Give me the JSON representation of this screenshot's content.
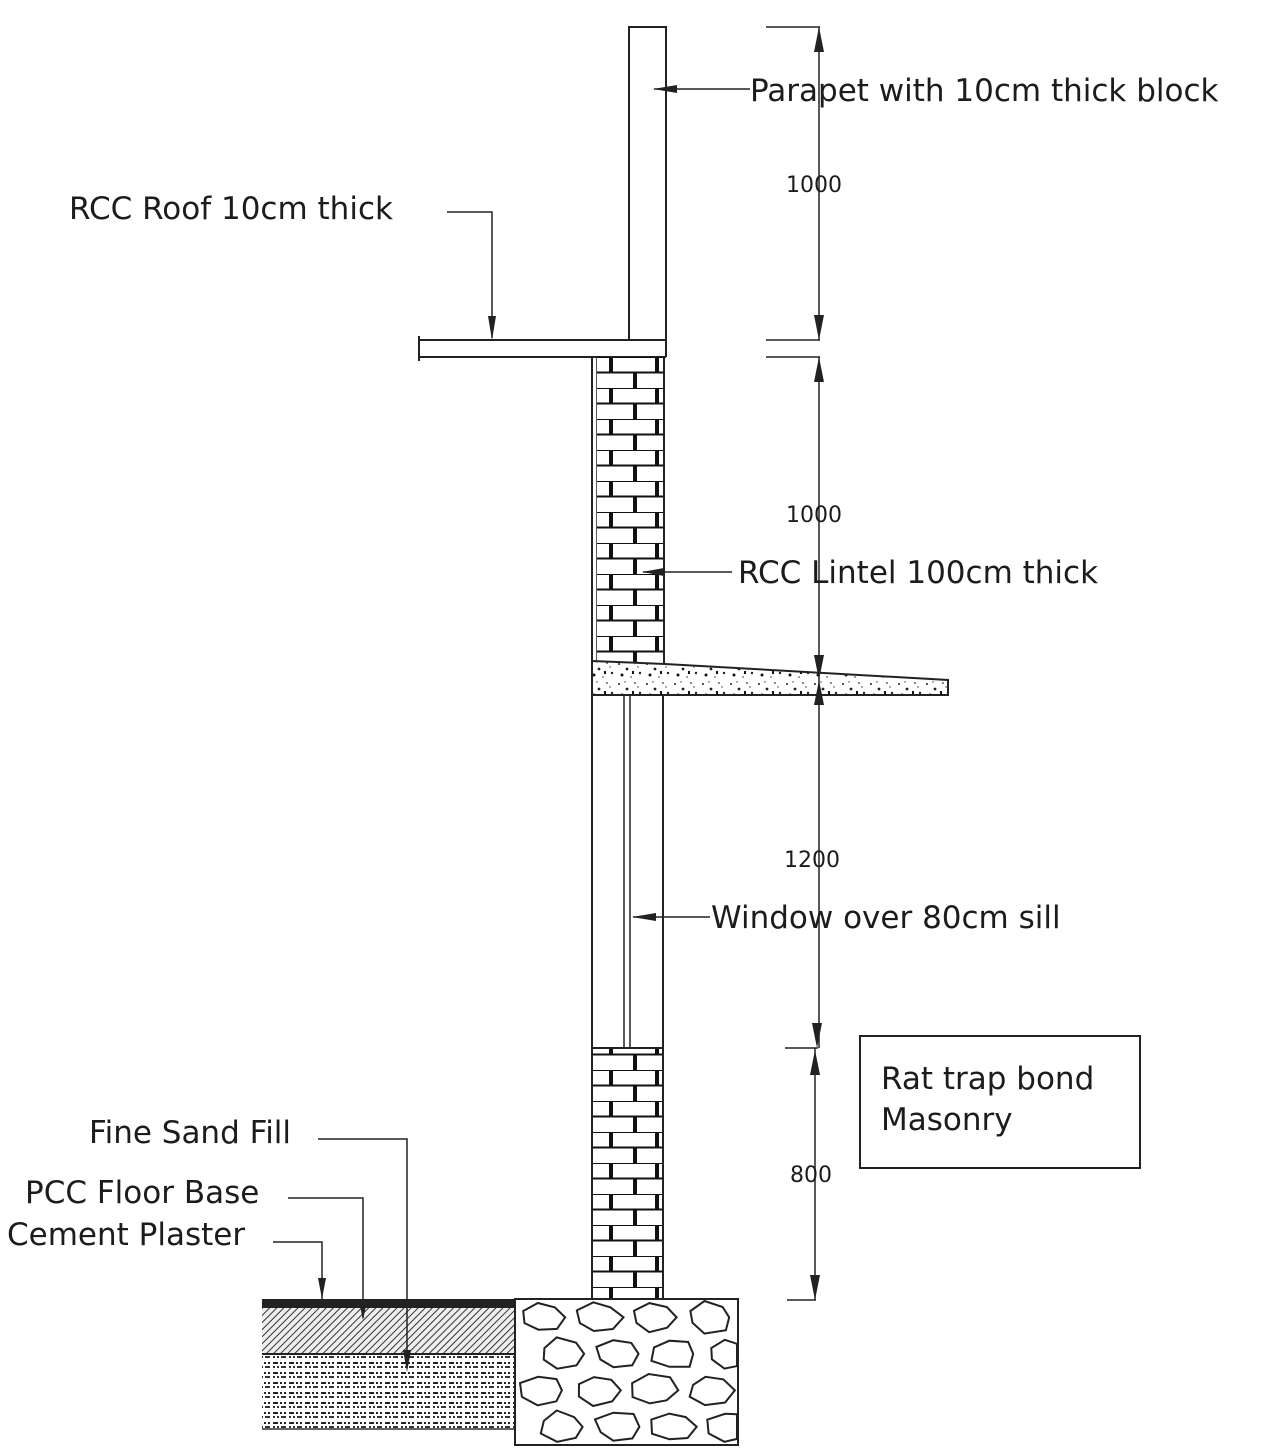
{
  "diagram": {
    "type": "wall-section",
    "callouts": {
      "parapet": "Parapet with 10cm thick block",
      "roof": "RCC Roof 10cm thick",
      "lintel": "RCC Lintel 100cm thick",
      "window": "Window over 80cm sill",
      "fine_sand": "Fine Sand Fill",
      "pcc_base": "PCC Floor Base",
      "cement_plaster": "Cement Plaster"
    },
    "legend_box": {
      "line1": "Rat trap bond",
      "line2": "Masonry"
    },
    "dimensions": {
      "parapet_height": "1000",
      "lintel_to_roof": "1000",
      "window_height": "1200",
      "sill_height": "800"
    },
    "materials": [
      "Parapet block",
      "RCC roof slab",
      "Rat trap bond brick masonry",
      "RCC lintel / sunshade",
      "Window frame",
      "Cement plaster",
      "PCC floor base",
      "Fine sand fill",
      "Random rubble stone foundation"
    ]
  }
}
